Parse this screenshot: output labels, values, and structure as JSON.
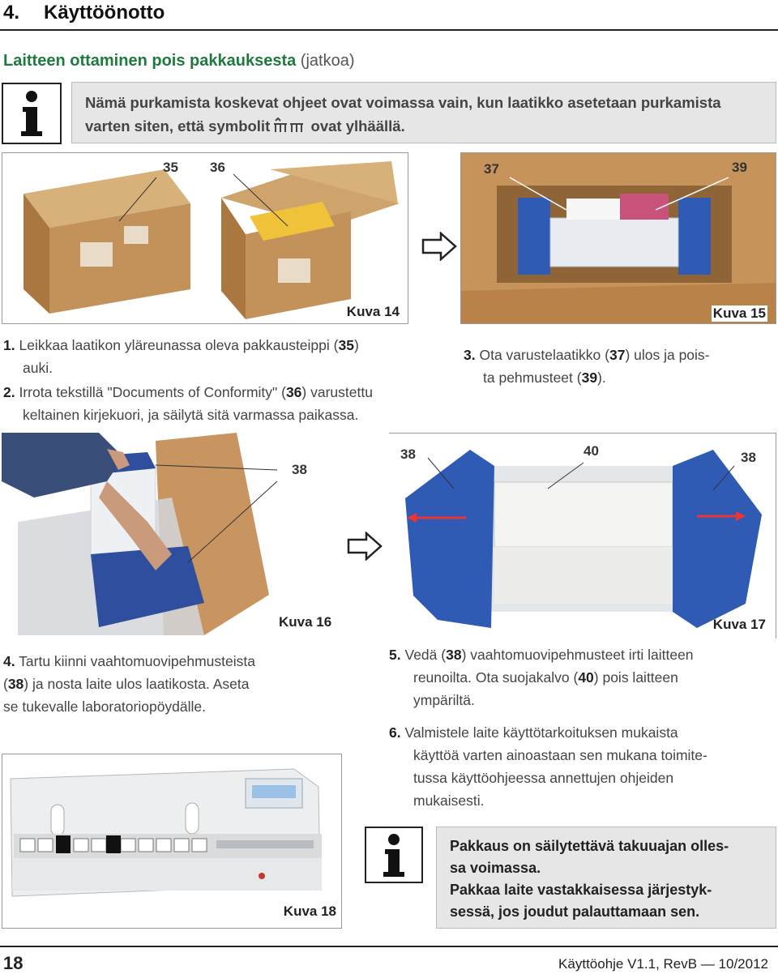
{
  "header": {
    "chapter_number": "4.",
    "chapter_title": "Käyttöönotto"
  },
  "subtitle": {
    "main": "Laitteen ottaminen pois pakkauksesta",
    "cont": "(jatkoa)"
  },
  "info_top": {
    "line1": "Nämä purkamista koskevat ohjeet ovat voimassa vain, kun laatikko asetetaan purkamista",
    "line2_a": "varten siten, että symbolit",
    "line2_b": "ovat ylhäällä."
  },
  "figures": {
    "kuva14": {
      "label": "Kuva 14",
      "callout_a": "35",
      "callout_b": "36"
    },
    "kuva15": {
      "label": "Kuva 15",
      "callout_a": "37",
      "callout_b": "39"
    },
    "kuva16": {
      "label": "Kuva 16",
      "callout_a": "38"
    },
    "kuva17": {
      "label": "Kuva 17",
      "callout_a": "38",
      "callout_b": "40",
      "callout_c": "38"
    },
    "kuva18": {
      "label": "Kuva 18"
    }
  },
  "steps": {
    "s1": {
      "n": "1.",
      "a": "Leikkaa laatikon yläreunassa oleva pakkausteippi (",
      "ref": "35",
      "b": ")",
      "l2": "auki."
    },
    "s2": {
      "n": "2.",
      "a": "Irrota tekstillä \"Documents of Conformity\" (",
      "ref": "36",
      "b": ") varustettu",
      "l2": "keltainen kirjekuori, ja säilytä sitä varmassa paikassa."
    },
    "s3": {
      "n": "3.",
      "a": "Ota varustelaatikko (",
      "ref": "37",
      "b": ") ulos ja pois-",
      "l2a": "ta pehmusteet (",
      "ref2": "39",
      "l2b": ")."
    },
    "s4": {
      "n": "4.",
      "l1": "Tartu kiinni vaahtomuovipehmusteista",
      "l2a": "(",
      "ref": "38",
      "l2b": ") ja nosta laite ulos laatikosta. Aseta",
      "l3": "se tukevalle laboratoriopöydälle."
    },
    "s5": {
      "n": "5.",
      "a": "Vedä (",
      "ref": "38",
      "b": ") vaahtomuovipehmusteet irti laitteen",
      "l2a": "reunoilta. Ota suojakalvo (",
      "ref2": "40",
      "l2b": ") pois laitteen",
      "l3": "ympäriltä."
    },
    "s6": {
      "n": "6.",
      "l1": "Valmistele laite käyttötarkoituksen mukaista",
      "l2": "käyttöä varten ainoastaan sen mukana toimite-",
      "l3": "tussa käyttöohjeessa annettujen ohjeiden",
      "l4": "mukaisesti."
    }
  },
  "info_bottom": {
    "l1": "Pakkaus on säilytettävä takuuajan olles-",
    "l2": "sa voimassa.",
    "l3": "Pakkaa laite vastakkaisessa järjestyk-",
    "l4": "sessä, jos joudut palauttamaan sen."
  },
  "footer": {
    "page": "18",
    "manual": "Käyttöohje V1.1, RevB — 10/2012"
  },
  "colors": {
    "heading_green": "#1e7a3e",
    "info_bg": "#e6e6e6",
    "foam_blue": "#3a5aa8",
    "cardboard": "#b98a55"
  }
}
